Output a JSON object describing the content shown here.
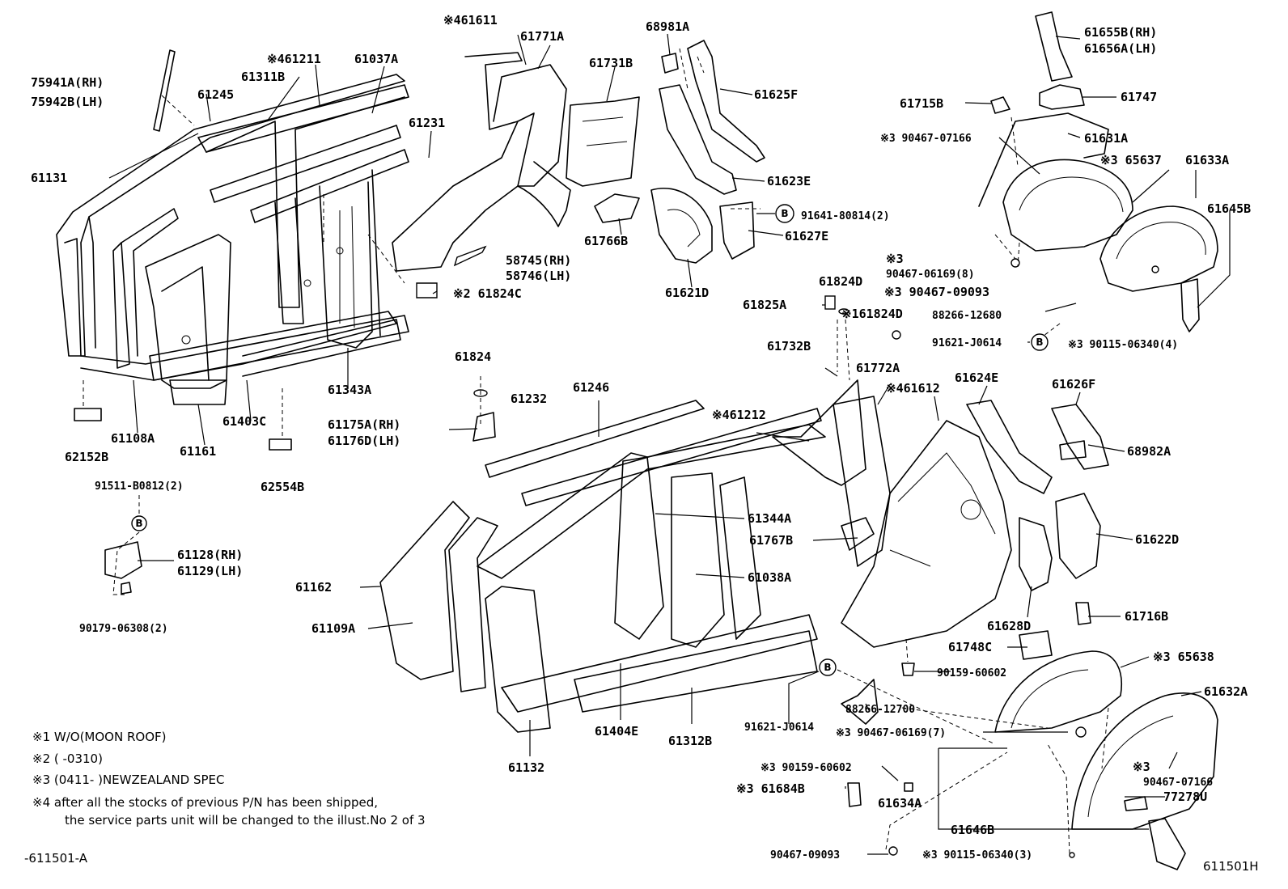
{
  "labels": {
    "l61131": "61131",
    "l75941A": "75941A(RH)",
    "l75942B": "75942B(LH)",
    "l61245": "61245",
    "l61311B": "61311B",
    "l461211": "※461211",
    "l61037A": "61037A",
    "l61231": "61231",
    "l461611": "※461611",
    "l61771A": "61771A",
    "l61731B": "61731B",
    "l68981A": "68981A",
    "l61625F": "61625F",
    "l61623E": "61623E",
    "l91641": "91641-80814(2)",
    "l61627E": "61627E",
    "l61621D": "61621D",
    "l61766B": "61766B",
    "l58745": "58745(RH)",
    "l58746": "58746(LH)",
    "l261824C": "※2 61824C",
    "l61343A": "61343A",
    "l61403C": "61403C",
    "l61161": "61161",
    "l61108A": "61108A",
    "l62152B": "62152B",
    "l62554B": "62554B",
    "l61824": "61824",
    "l61175A": "61175A(RH)",
    "l61176D": "61176D(LH)",
    "l61232": "61232",
    "l61246": "61246",
    "l461212": "※461212",
    "l91511": "91511-B0812(2)",
    "l61128": "61128(RH)",
    "l61129": "61129(LH)",
    "l90179": "90179-06308(2)",
    "l61162": "61162",
    "l61109A": "61109A",
    "l61344A": "61344A",
    "l61038A": "61038A",
    "l61767B": "61767B",
    "l61132": "61132",
    "l61404E": "61404E",
    "l61312B": "61312B",
    "l61655B": "61655B(RH)",
    "l61656A": "61656A(LH)",
    "l61747": "61747",
    "l61715B": "61715B",
    "l61631A": "61631A",
    "l390467_07166a": "※3 90467-07166",
    "l365637": "※3 65637",
    "l61633A": "61633A",
    "l61645B": "61645B",
    "l3a": "※3",
    "l90467_06169_8": "90467-06169(8)",
    "l390467_09093": "※3 90467-09093",
    "l88266_12680": "88266-12680",
    "l91621_J0614a": "91621-J0614",
    "l390115_06340_4": "※3 90115-06340(4)",
    "l61824D": "61824D",
    "l61825A": "61825A",
    "l161824D": "※161824D",
    "l61732B": "61732B",
    "l61772A": "61772A",
    "l461612": "※461612",
    "l61624E": "61624E",
    "l61626F": "61626F",
    "l68982A": "68982A",
    "l61622D": "61622D",
    "l61628D": "61628D",
    "l61716B": "61716B",
    "l61748C": "61748C",
    "l90159_60602": "90159-60602",
    "l365638": "※3 65638",
    "l61632A": "61632A",
    "l88266_12700": "88266-12700",
    "l91621_J0614b": "91621-J0614",
    "l390467_06169_7": "※3 90467-06169(7)",
    "l390159_60602": "※3 90159-60602",
    "l361684B": "※3 61684B",
    "l61634A": "61634A",
    "l61646B": "61646B",
    "l3b": "※3",
    "l90467_07166b": "90467-07166",
    "l77278U": "77278U",
    "l90467_09093b": "90467-09093",
    "l390115_06340_3": "※3 90115-06340(3)"
  },
  "circle_marker": "B",
  "notes": [
    "※1  W/O(MOON ROOF)",
    "※2 (       -0310)",
    "※3  (0411-       )NEWZEALAND SPEC",
    "※4 after all the stocks of previous P/N has been shipped,",
    "the service parts unit will be changed to the illust.No 2 of 3"
  ],
  "ref_left": "-611501-A",
  "ref_right": "611501H"
}
